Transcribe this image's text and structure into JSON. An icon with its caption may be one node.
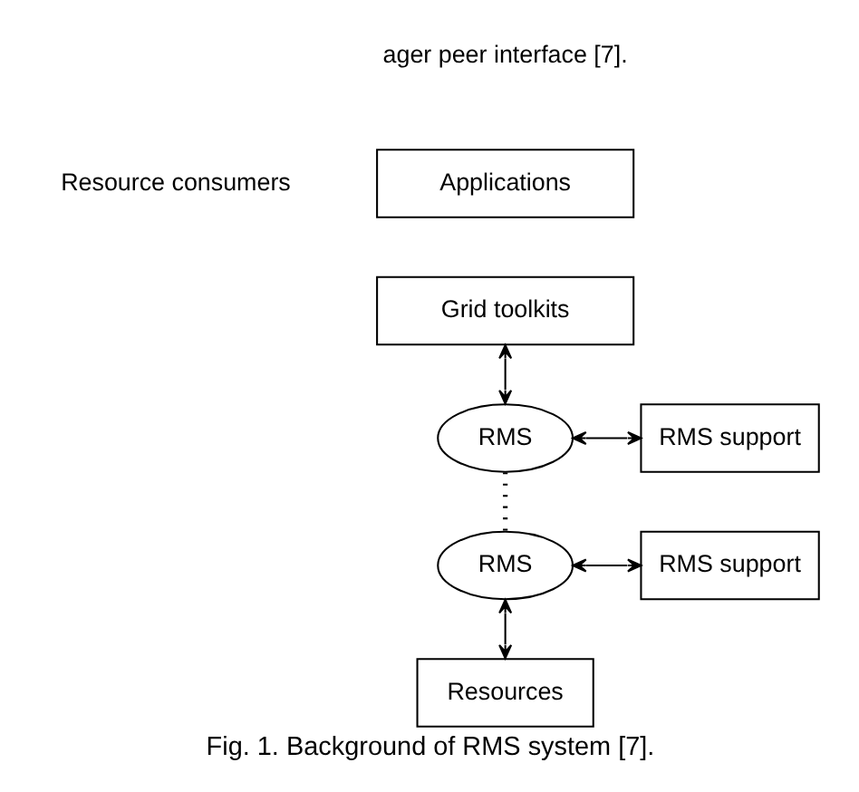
{
  "diagram": {
    "caption": "Fig. 1. Background of RMS system [7].",
    "nodes": [
      {
        "text": [
          "Applications"
        ]
      },
      {
        "text": [
          "Grid toolkits"
        ]
      },
      {
        "text": [
          "RMS"
        ]
      },
      {
        "text": [
          "RMS support"
        ]
      },
      {
        "text": [
          "RMS"
        ]
      },
      {
        "text": [
          "RMS support"
        ]
      },
      {
        "text": [
          "Resources"
        ]
      }
    ],
    "edges": [
      {
        "from": 1,
        "to": 2,
        "arrow": "both"
      },
      {
        "from": 2,
        "to": 3,
        "arrow": "both"
      },
      {
        "from": 2,
        "to": 4,
        "arrow": "none",
        "style": "dashed"
      },
      {
        "from": 4,
        "to": 5,
        "arrow": "both"
      },
      {
        "from": 4,
        "to": 6,
        "arrow": "both"
      }
    ],
    "labels": [
      "ager peer interface [7].",
      "Resource consumers"
    ]
  }
}
